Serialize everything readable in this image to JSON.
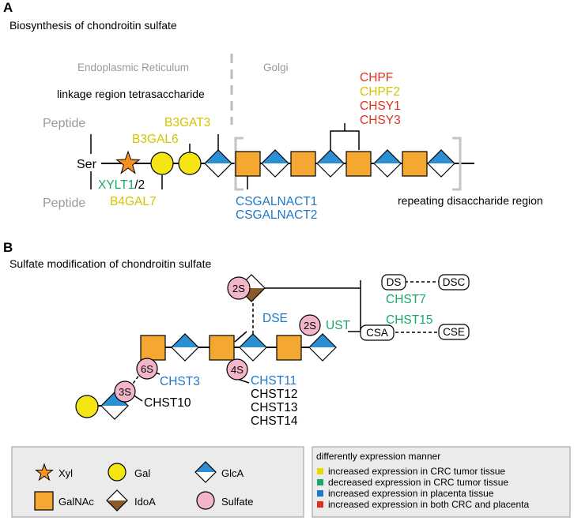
{
  "colors": {
    "xyl": "#f4901f",
    "gal": "#f4e613",
    "glca": "#2b8fd4",
    "galnac": "#f4a831",
    "idoa": "#8b5a2b",
    "sulfate": "#f3b6c8",
    "yellow": "#d4c400",
    "green": "#1aa86a",
    "blue": "#1f78c8",
    "red": "#e03020",
    "gray": "#999999"
  },
  "panelA": {
    "letter": "A",
    "title": "Biosynthesis of chondroitin sulfate",
    "er_label": "Endoplasmic Reticulum",
    "golgi_label": "Golgi",
    "linkage_label": "linkage region tetrasaccharide",
    "repeating_label": "repeating disaccharide region",
    "peptide_top": "Peptide",
    "peptide_bottom": "Peptide",
    "ser": "Ser",
    "xylt1": "XYLT1",
    "xylt_suffix": "/2",
    "b4gal7": "B4GAL7",
    "b3gal6": "B3GAL6",
    "b3gat3": "B3GAT3",
    "chpf": "CHPF",
    "chpf2": "CHPF2",
    "chsy1": "CHSY1",
    "chsy3": "CHSY3",
    "csgalnact1": "CSGALNACT1",
    "csgalnact2": "CSGALNACT2"
  },
  "panelB": {
    "letter": "B",
    "title": "Sulfate modification of chondroitin sulfate",
    "s2_top": "2S",
    "s2_mid": "2S",
    "s6": "6S",
    "s4": "4S",
    "s3": "3S",
    "dse": "DSE",
    "ust": "UST",
    "chst3": "CHST3",
    "chst10": "CHST10",
    "chst11": "CHST11",
    "chst12": "CHST12",
    "chst13": "CHST13",
    "chst14": "CHST14",
    "chst7": "CHST7",
    "chst15": "CHST15",
    "ds": "DS",
    "dsc": "DSC",
    "csa": "CSA",
    "cse": "CSE"
  },
  "legend_symbols": {
    "xyl": "Xyl",
    "gal": "Gal",
    "glca": "GlcA",
    "galnac": "GalNAc",
    "idoa": "IdoA",
    "sulfate": "Sulfate"
  },
  "legend_expression": {
    "title": "differently expression manner",
    "items": [
      "increased expression in CRC tumor tissue",
      "decreased expression in CRC tumor tissue",
      "increased expression in placenta tissue",
      "increased expression in both CRC and placenta"
    ]
  }
}
